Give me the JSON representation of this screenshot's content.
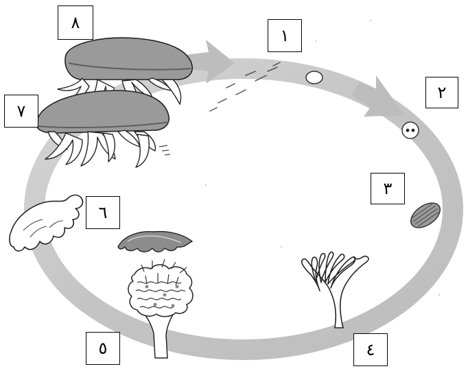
{
  "diagram": {
    "labels": [
      {
        "id": "1",
        "text": "١"
      },
      {
        "id": "2",
        "text": "٢"
      },
      {
        "id": "3",
        "text": "٣"
      },
      {
        "id": "4",
        "text": "٤"
      },
      {
        "id": "5",
        "text": "٥"
      },
      {
        "id": "6",
        "text": "٦"
      },
      {
        "id": "7",
        "text": "٧"
      },
      {
        "id": "8",
        "text": "٨"
      }
    ],
    "stages": [
      {
        "label": "1",
        "icon": "egg-icon"
      },
      {
        "label": "2",
        "icon": "two-cell-embryo-icon"
      },
      {
        "label": "3",
        "icon": "planula-larva-icon"
      },
      {
        "label": "4",
        "icon": "polyp-icon"
      },
      {
        "label": "5",
        "icon": "strobila-icon"
      },
      {
        "label": "6",
        "icon": "ephyra-icon"
      },
      {
        "label": "7",
        "icon": "female-medusa-icon"
      },
      {
        "label": "8",
        "icon": "male-medusa-icon"
      }
    ],
    "colors": {
      "cycle_arrow": "#c8c8c8",
      "cycle_arrow_dark": "#b4b4b4",
      "outline": "#222222",
      "bell": "#9a9a9a",
      "bell_rim": "#5e5e5e",
      "background": "#ffffff"
    }
  }
}
